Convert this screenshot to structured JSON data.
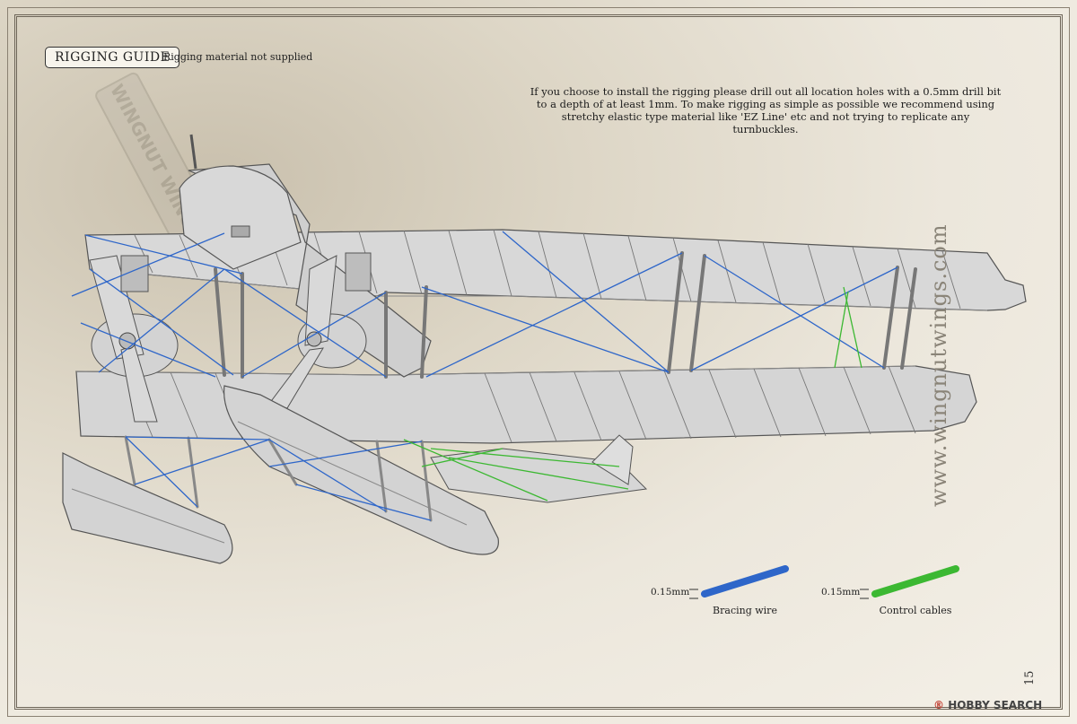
{
  "header": {
    "title": "RIGGING GUIDE",
    "subtitle": "Rigging material not supplied"
  },
  "instructions": "If you choose to install the rigging please drill out all location holes with a 0.5mm drill bit to a depth of at least 1mm. To make rigging as simple as possible we recommend using stretchy elastic type material like 'EZ Line' etc and not trying to replicate any turnbuckles.",
  "logo_text": "WINGNUT WINGS",
  "legend": [
    {
      "size": "0.15mm",
      "label": "Bracing wire",
      "color": "#2e66c9"
    },
    {
      "size": "0.15mm",
      "label": "Control cables",
      "color": "#3cb832"
    }
  ],
  "website": "www.wingnutwings.com",
  "page_number": "15",
  "watermark": {
    "brand": "HOBBY SEARCH"
  },
  "colors": {
    "bracing_wire": "#2e66c9",
    "control_cable": "#3cb832",
    "aircraft": "#d9d9d9",
    "frame": "#6d6558"
  }
}
